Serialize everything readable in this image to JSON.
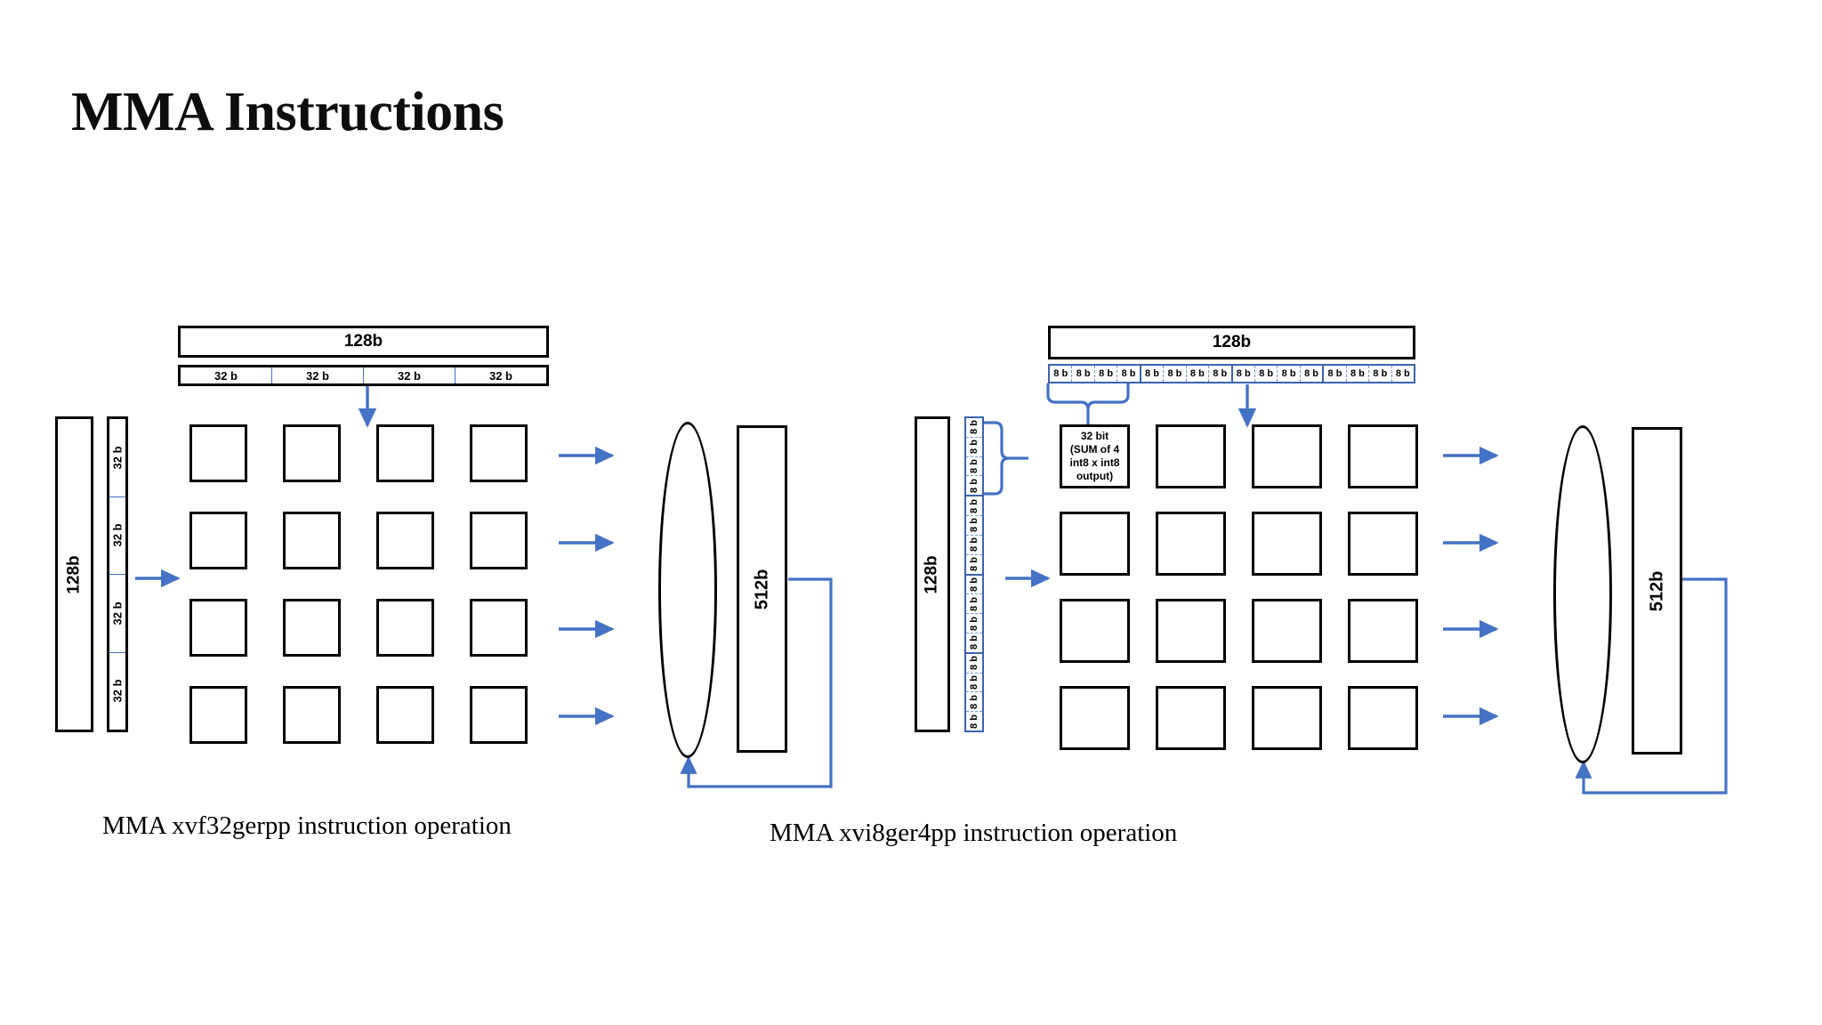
{
  "title": "MMA Instructions",
  "colors": {
    "accent_blue": "#4472C4",
    "segment_blue": "#3B63AE",
    "outline_black": "#000000",
    "background": "#FFFFFF"
  },
  "diagrams": [
    {
      "id": "xvf32gerpp",
      "caption": "MMA xvf32gerpp instruction operation",
      "top_bar": {
        "label": "128b"
      },
      "top_segments": {
        "count": 4,
        "labels": [
          "32 b",
          "32 b",
          "32 b",
          "32 b"
        ]
      },
      "left_bar": {
        "label": "128b"
      },
      "left_segments": {
        "count": 4,
        "labels": [
          "32 b",
          "32 b",
          "32 b",
          "32 b"
        ]
      },
      "grid": {
        "rows": 4,
        "cols": 4,
        "cells": [
          "",
          "",
          "",
          "",
          "",
          "",
          "",
          "",
          "",
          "",
          "",
          "",
          "",
          "",
          "",
          ""
        ]
      },
      "accumulator": {
        "label": "512b"
      },
      "row_arrows": 4,
      "has_feedback_loop": true,
      "has_top_arrow": true,
      "has_left_arrow": true,
      "has_brace_top": false,
      "has_brace_left": false
    },
    {
      "id": "xvi8ger4pp",
      "caption": "MMA xvi8ger4pp instruction operation",
      "top_bar": {
        "label": "128b"
      },
      "top_segments": {
        "count": 16,
        "labels": [
          "8 b",
          "8 b",
          "8 b",
          "8 b",
          "8 b",
          "8 b",
          "8 b",
          "8 b",
          "8 b",
          "8 b",
          "8 b",
          "8 b",
          "8 b",
          "8 b",
          "8 b",
          "8 b"
        ],
        "group_size": 4
      },
      "left_bar": {
        "label": "128b"
      },
      "left_segments": {
        "count": 16,
        "labels": [
          "8 b",
          "8 b",
          "8 b",
          "8 b",
          "8 b",
          "8 b",
          "8 b",
          "8 b",
          "8 b",
          "8 b",
          "8 b",
          "8 b",
          "8 b",
          "8 b",
          "8 b",
          "8 b"
        ],
        "group_size": 4
      },
      "grid": {
        "rows": 4,
        "cols": 4,
        "cells": [
          "32 bit\n(SUM of 4\nint8 x int8\noutput)",
          "",
          "",
          "",
          "",
          "",
          "",
          "",
          "",
          "",
          "",
          "",
          "",
          "",
          "",
          ""
        ]
      },
      "note_cell": {
        "line1": "32 bit",
        "line2": "(SUM of 4",
        "line3": "int8 x int8",
        "line4": "output)"
      },
      "accumulator": {
        "label": "512b"
      },
      "row_arrows": 4,
      "has_feedback_loop": true,
      "has_top_arrow": true,
      "has_left_arrow": true,
      "has_brace_top": true,
      "has_brace_left": true
    }
  ]
}
